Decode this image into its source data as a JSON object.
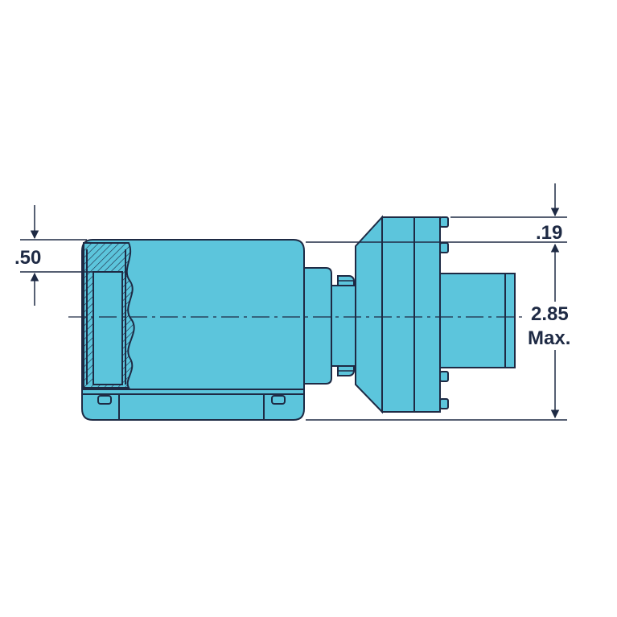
{
  "colors": {
    "body_fill": "#5cc5dc",
    "outline": "#1e2a44",
    "background": "#ffffff"
  },
  "dimensions": {
    "left_offset": ".50",
    "top_offset": ".19",
    "height_value": "2.85",
    "height_suffix": "Max."
  }
}
